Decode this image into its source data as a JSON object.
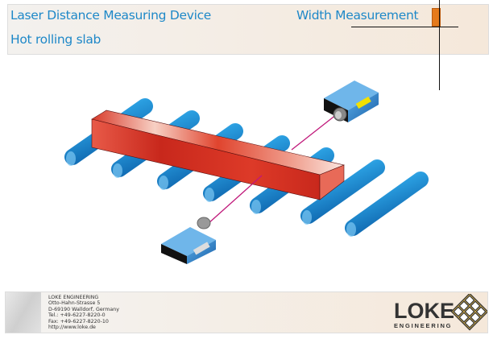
{
  "header": {
    "title": "Laser Distance Measuring Device",
    "subtitle": "Hot rolling slab",
    "section": "Width Measurement"
  },
  "footer": {
    "company": "LOKE ENGINEERING",
    "street": "Otto-Hahn-Strasse 5",
    "city": "D-69190 Walldorf, Germany",
    "tel": "Tel.: +49-6227-8220-0",
    "fax": "Fax: +49-6227-8220-10",
    "web": "http://www.loke.de",
    "logo_text": "LOKE",
    "logo_sub": "ENGINEERING"
  },
  "colors": {
    "title": "#1e88c8",
    "accent": "#e57a1c",
    "slab": "#d83a2a",
    "roller": "#2a9ee0",
    "laser": "#c0187a"
  }
}
